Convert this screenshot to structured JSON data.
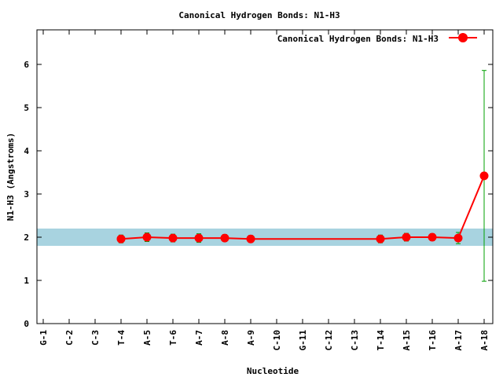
{
  "chart_data": {
    "type": "line",
    "title": "Canonical Hydrogen Bonds: N1-H3",
    "xlabel": "Nucleotide",
    "ylabel": "N1-H3 (Angstroms)",
    "ylim": [
      0,
      6.8
    ],
    "yticks": [
      0,
      1,
      2,
      3,
      4,
      5,
      6
    ],
    "grid": false,
    "legend_position": "top-right",
    "categories": [
      "G-1",
      "C-2",
      "C-3",
      "T-4",
      "A-5",
      "T-6",
      "A-7",
      "A-8",
      "A-9",
      "C-10",
      "G-11",
      "C-12",
      "C-13",
      "T-14",
      "A-15",
      "T-16",
      "A-17",
      "A-18"
    ],
    "band": {
      "ymin": 1.8,
      "ymax": 2.2,
      "color": "#a8d3e0"
    },
    "series": [
      {
        "name": "Canonical Hydrogen Bonds: N1-H3",
        "color": "#ff0000",
        "errorbar_color": "#00a000",
        "points": [
          {
            "x": "T-4",
            "y": 1.96,
            "err": 0.09
          },
          {
            "x": "A-5",
            "y": 2.0,
            "err": 0.1
          },
          {
            "x": "T-6",
            "y": 1.98,
            "err": 0.09
          },
          {
            "x": "A-7",
            "y": 1.98,
            "err": 0.1
          },
          {
            "x": "A-8",
            "y": 1.98,
            "err": 0.08
          },
          {
            "x": "A-9",
            "y": 1.96,
            "err": 0.08
          },
          {
            "x": "T-14",
            "y": 1.96,
            "err": 0.09
          },
          {
            "x": "A-15",
            "y": 2.0,
            "err": 0.09
          },
          {
            "x": "T-16",
            "y": 2.0,
            "err": 0.08
          },
          {
            "x": "A-17",
            "y": 1.98,
            "err": 0.13
          },
          {
            "x": "A-18",
            "y": 3.42,
            "err": 2.44
          }
        ]
      }
    ]
  }
}
